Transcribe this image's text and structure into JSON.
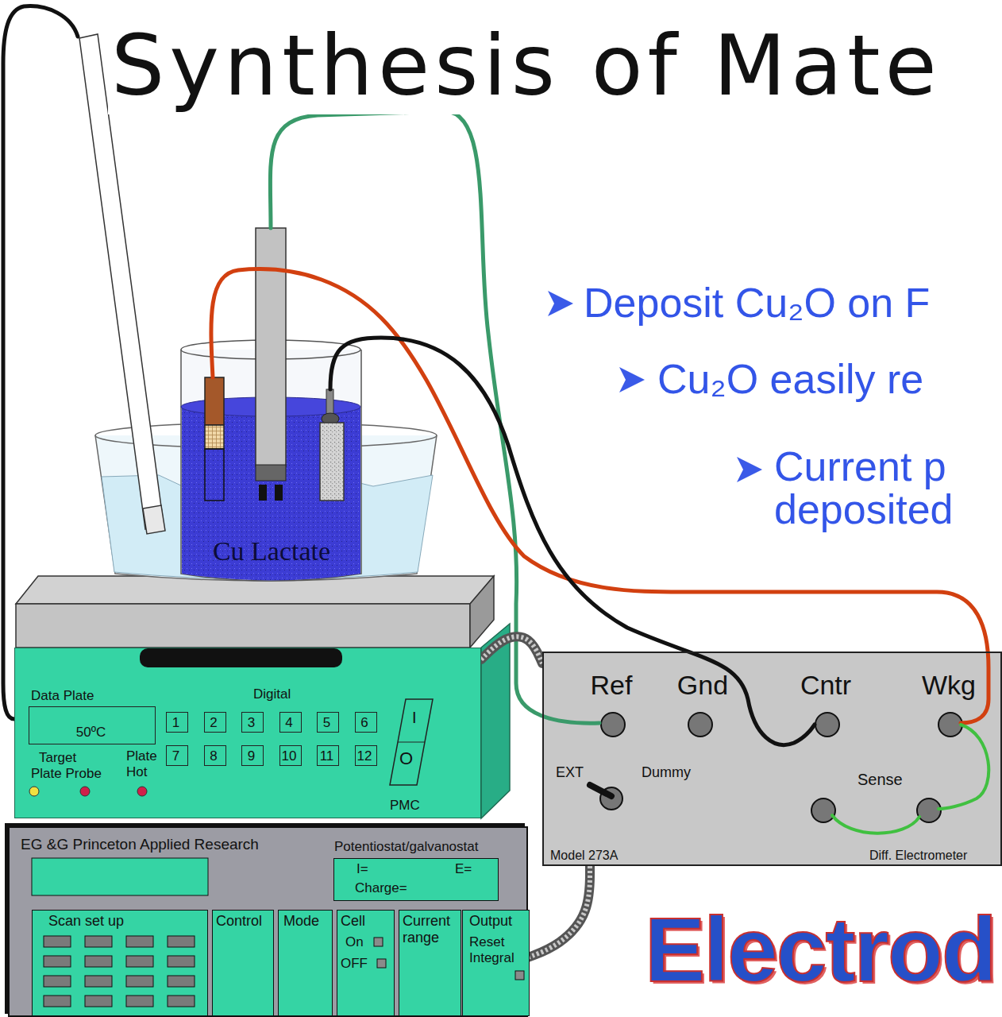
{
  "diagram": {
    "title": "Synthesis of Mate",
    "nodes": [
      {
        "text": [
          "Cu Lactate"
        ]
      },
      {
        "text": [
          "Data Plate",
          "Digital",
          "Target",
          "Plate Probe",
          "Plate Hot",
          "PMC"
        ]
      },
      {
        "text": [
          "50ºC"
        ],
        "in": 1
      },
      {
        "text": [
          "1"
        ],
        "in": 1
      },
      {
        "text": [
          "2"
        ],
        "in": 1
      },
      {
        "text": [
          "3"
        ],
        "in": 1
      },
      {
        "text": [
          "4"
        ],
        "in": 1
      },
      {
        "text": [
          "5"
        ],
        "in": 1
      },
      {
        "text": [
          "6"
        ],
        "in": 1
      },
      {
        "text": [
          "7"
        ],
        "in": 1
      },
      {
        "text": [
          "8"
        ],
        "in": 1
      },
      {
        "text": [
          "9"
        ],
        "in": 1
      },
      {
        "text": [
          "10"
        ],
        "in": 1
      },
      {
        "text": [
          "11"
        ],
        "in": 1
      },
      {
        "text": [
          "12"
        ],
        "in": 1
      },
      {
        "text": [
          "I",
          "O"
        ],
        "in": 1
      },
      {
        "text": [
          "Model 273A",
          "Diff. Electrometer"
        ]
      },
      {
        "text": [
          "EG &G Princeton Applied Research"
        ]
      },
      {
        "text": [
          "Potentiostat/galvanostat",
          "I=",
          "E=",
          "Charge="
        ],
        "in": 17
      },
      {
        "text": [
          "Scan set up"
        ],
        "in": 17
      },
      {
        "text": [
          "Control"
        ],
        "in": 17
      },
      {
        "text": [
          "Mode"
        ],
        "in": 17
      },
      {
        "text": [
          "Cell",
          "On",
          "OFF"
        ],
        "in": 17
      },
      {
        "text": [
          "Current range"
        ],
        "in": 17
      },
      {
        "text": [
          "Output",
          "Reset Integral"
        ],
        "in": 17
      }
    ],
    "edges": [
      {
        "from": 1,
        "to": 16,
        "arrow": "none"
      },
      {
        "from": 16,
        "to": 17,
        "arrow": "none"
      }
    ],
    "labels": [
      "Deposit Cu₂O on F",
      "Cu₂O easily re",
      "Current p",
      "deposited",
      "Ref",
      "Gnd",
      "Cntr",
      "Wkg",
      "EXT",
      "Dummy",
      "Sense",
      "Electrod"
    ]
  }
}
